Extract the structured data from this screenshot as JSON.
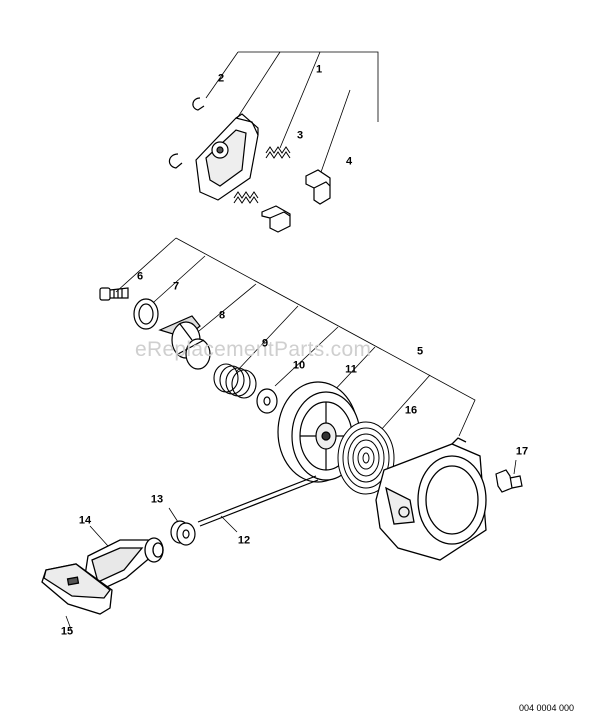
{
  "watermark": "eReplacementParts.com",
  "document_id": "004 0004 000",
  "callouts": {
    "c1": "1",
    "c2": "2",
    "c3": "3",
    "c4": "4",
    "c5": "5",
    "c6": "6",
    "c7": "7",
    "c8": "8",
    "c9": "9",
    "c10": "10",
    "c11": "11",
    "c12": "12",
    "c13": "13",
    "c14": "14",
    "c15": "15",
    "c16": "16",
    "c17": "17"
  }
}
